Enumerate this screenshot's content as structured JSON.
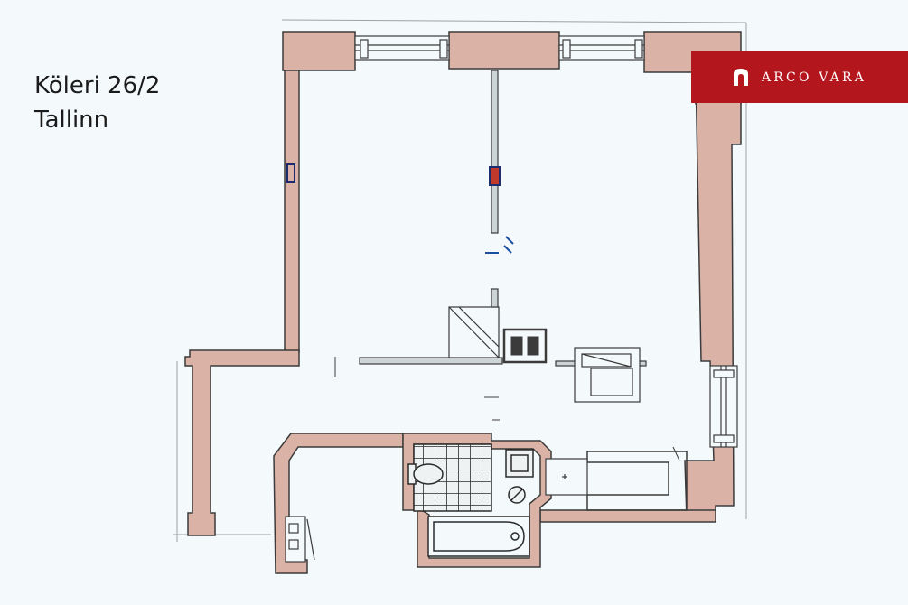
{
  "address": {
    "street": "Köleri 26/2",
    "city": "Tallinn"
  },
  "brand": {
    "name": "ARCO VARA",
    "background_color": "#b3161c",
    "text_color": "#ffffff",
    "icon": "arch-icon"
  },
  "plan": {
    "wall_fill_color": "#dbb2a6",
    "wall_stroke_color": "#3b3b3b",
    "floor_color": "#f4f9fb",
    "bathroom_tile_color": "#eef2f2"
  }
}
